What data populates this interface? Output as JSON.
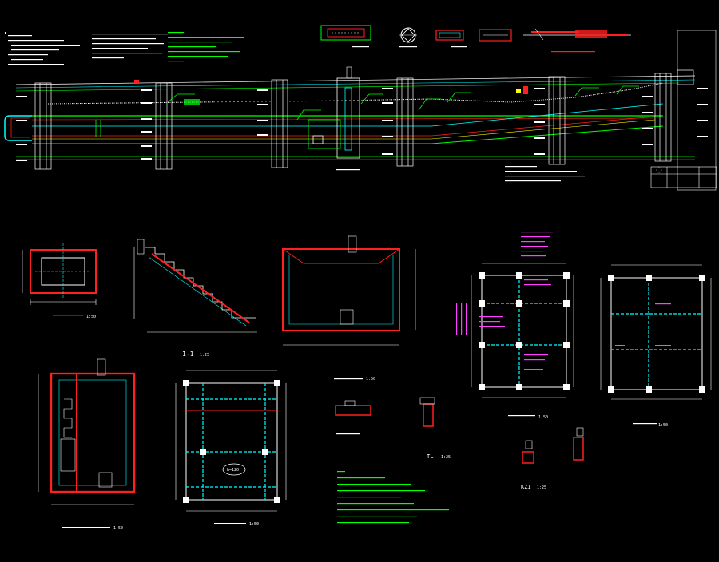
{
  "colors": {
    "background": "#000000",
    "white": "#ffffff",
    "cyan": "#00ffff",
    "green": "#00ff00",
    "red": "#ff2020",
    "magenta": "#ff40ff",
    "yellow": "#ffff00",
    "blue": "#4060ff",
    "grey": "#9a9a9a"
  },
  "labels": {
    "section_1_1": "1-1",
    "beam_tl": "TL",
    "column_kz1": "KZ1",
    "scale_150_a": "1:50",
    "scale_125": "1:25",
    "scale_150_b": "1:50",
    "scale_150_c": "1:50",
    "scale_150_d": "1:50",
    "scale_150_e": "1:50",
    "scale_125_b": "1:25",
    "scale_125_c": "1:25",
    "scale_150_f": "1:50",
    "slab_callout": "h=120"
  }
}
